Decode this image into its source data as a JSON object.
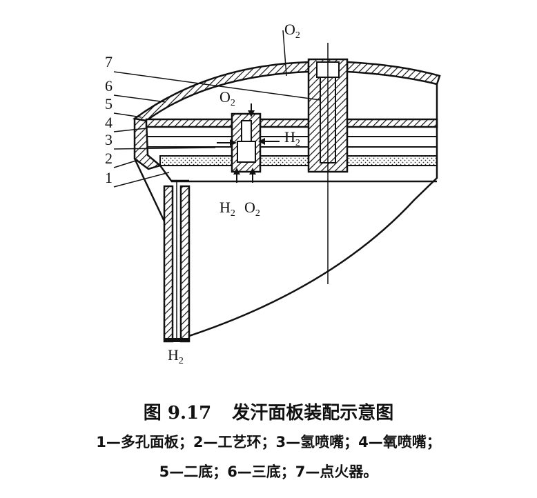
{
  "diagram": {
    "gas_labels": {
      "o2_top": "O",
      "o2_inlet": "O",
      "o2_bottom": "O",
      "h2_right": "H",
      "h2_bottom": "H",
      "h2_pipe": "H",
      "subscript": "2"
    },
    "part_numbers": [
      "7",
      "6",
      "5",
      "4",
      "3",
      "2",
      "1"
    ]
  },
  "caption": {
    "figure_number": "图 9.17",
    "title": "发汗面板装配示意图",
    "legend_line1": "1—多孔面板；2—工艺环；3—氢喷嘴；4—氧喷嘴；",
    "legend_line2": "5—二底；6—三底；7—点火器。"
  }
}
